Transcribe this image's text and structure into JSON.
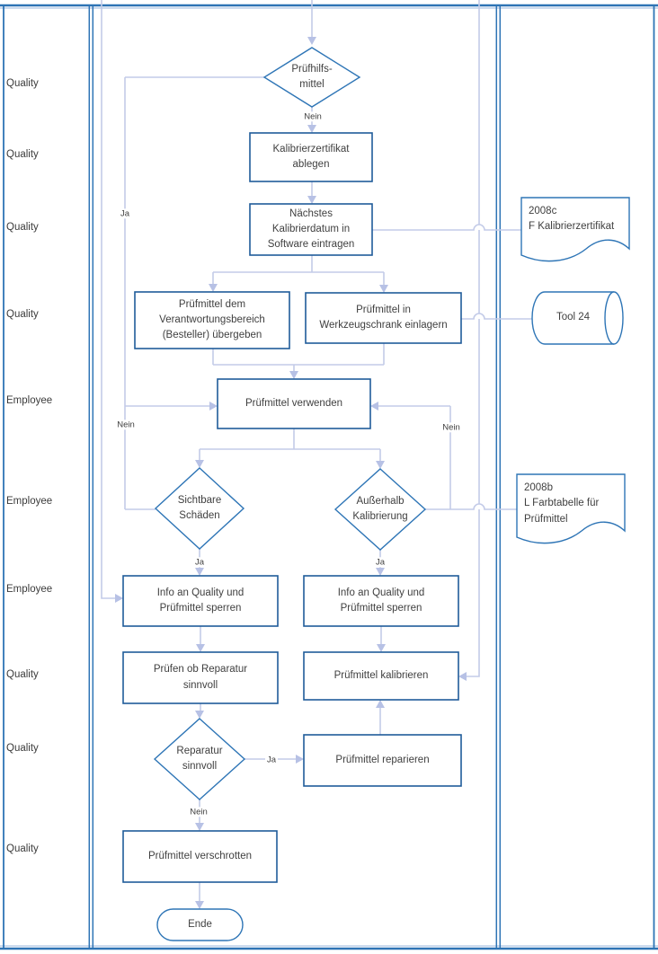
{
  "colors": {
    "frame": "#2E74B5",
    "frame_light": "#9DB8DC",
    "shape_border": "#1F5B99",
    "diamond_border": "#2E75B6",
    "connector": "#C3CBE8",
    "arrowhead": "#B7C1E5",
    "text": "#3F3F3F"
  },
  "lanes": [
    "Quality",
    "Quality",
    "Quality",
    "Quality",
    "Employee",
    "Employee",
    "Employee",
    "Quality",
    "Quality",
    "Quality"
  ],
  "nodes": {
    "start_decision": {
      "label": "Prüfhilfs-\nmittel"
    },
    "file_certificate": {
      "label": "Kalibrierzertifikat\nablegen"
    },
    "enter_next_date": {
      "label": "Nächstes\nKalibrierdatum in\nSoftware eintragen"
    },
    "hand_over": {
      "label": "Prüfmittel dem\nVerantwortungsbereich\n(Besteller) übergeben"
    },
    "store_cabinet": {
      "label": "Prüfmittel in\nWerkzeugschrank einlagern"
    },
    "use_equipment": {
      "label": "Prüfmittel verwenden"
    },
    "visible_damage": {
      "label": "Sichtbare\nSchäden"
    },
    "out_of_calibration": {
      "label": "Außerhalb\nKalibrierung"
    },
    "info_quality_left": {
      "label": "Info an Quality und\nPrüfmittel sperren"
    },
    "info_quality_right": {
      "label": "Info an Quality und\nPrüfmittel sperren"
    },
    "check_repair": {
      "label": "Prüfen ob Reparatur\nsinnvoll"
    },
    "calibrate": {
      "label": "Prüfmittel kalibrieren"
    },
    "repair_decision": {
      "label": "Reparatur\nsinnvoll"
    },
    "repair": {
      "label": "Prüfmittel reparieren"
    },
    "scrap": {
      "label": "Prüfmittel verschrotten"
    },
    "end": {
      "label": "Ende"
    }
  },
  "documents": {
    "calibration_certificate": {
      "label": "2008c\nF Kalibrierzertifikat"
    },
    "color_table": {
      "label": "2008b\nL Farbtabelle für\nPrüfmittel"
    }
  },
  "storage": {
    "tool24": {
      "label": "Tool 24"
    }
  },
  "edge_labels": {
    "start_no": "Nein",
    "start_yes": "Ja",
    "damage_no": "Nein",
    "damage_yes": "Ja",
    "calib_no": "Nein",
    "calib_yes": "Ja",
    "repair_yes": "Ja",
    "repair_no": "Nein"
  }
}
